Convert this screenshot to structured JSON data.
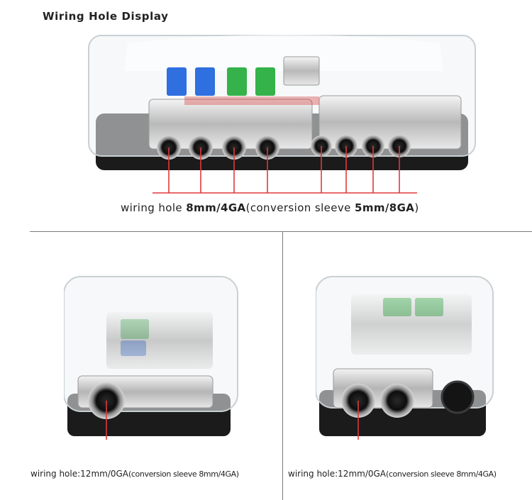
{
  "title": "Wiring Hole Display",
  "top_caption": {
    "prefix": "wiring hole",
    "size": "8mm/4GA",
    "middle": "(conversion sleeve",
    "size2": "5mm/8GA",
    "suffix": ")"
  },
  "left_caption": {
    "prefix": "wiring hole:",
    "size": "12mm/0GA",
    "middle": "(conversion sleeve 8mm/4GA)"
  },
  "right_caption": {
    "prefix": "wiring hole:",
    "size": "12mm/0GA",
    "middle": "(conversion sleeve 8mm/4GA)"
  },
  "colors": {
    "leader_line": "#e0393b",
    "divider": "#7a7a7a",
    "fuse_blue": "#2f6fe0",
    "fuse_green": "#35b24a",
    "body_black": "#1b1b1b"
  }
}
